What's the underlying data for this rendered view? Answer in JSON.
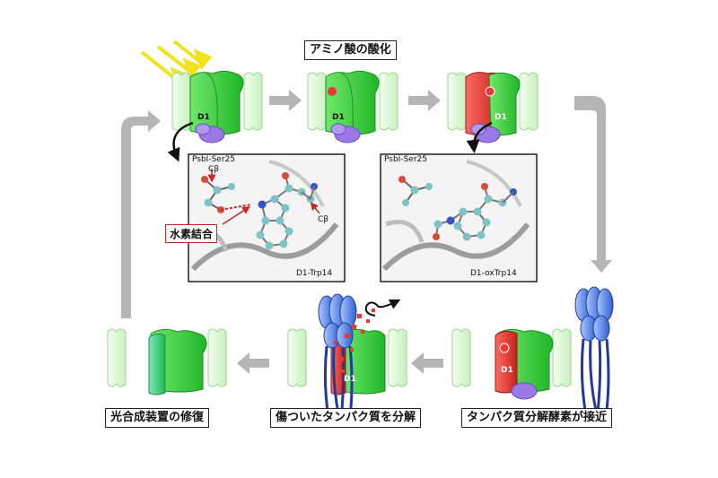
{
  "steps": {
    "oxidation": "アミノ酸の酸化",
    "approach": "タンパク質分解酵素が接近",
    "degradation": "傷ついたタンパク質を分解",
    "repair": "光合成装置の修復"
  },
  "subunit_label": "D1",
  "panel_left": {
    "residue_top": "PsbI-Ser25",
    "cbeta_1": "Cβ",
    "cbeta_2": "Cβ",
    "residue_bottom": "D1-Trp14",
    "hbond_label": "水素結合"
  },
  "panel_right": {
    "residue_top": "PsbI-Ser25",
    "residue_bottom": "D1-oxTrp14"
  },
  "colors": {
    "light_green": "#d9f7d0",
    "green": "#3fd13f",
    "red": "#e53935",
    "purple": "#9a79e6",
    "blue": "#3f6fd8",
    "arrow_gray": "#b5b5b5",
    "light_ray": "#f2e21b"
  }
}
